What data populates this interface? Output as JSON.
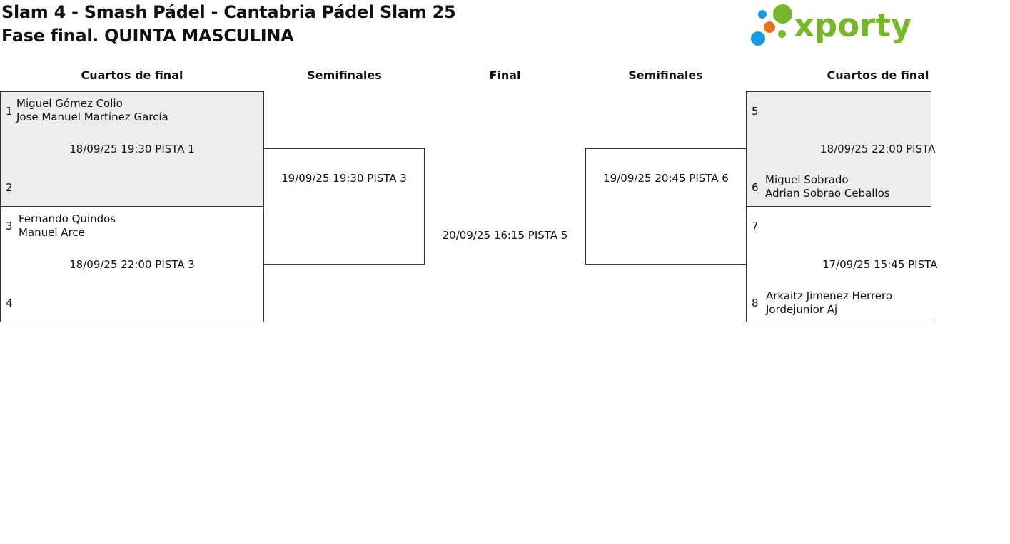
{
  "header": {
    "title_line1": "Slam 4 - Smash Pádel - Cantabria Pádel Slam 25",
    "title_line2": "Fase final. QUINTA MASCULINA",
    "logo_text": "xporty",
    "logo_colors": {
      "green": "#76b82a",
      "blue": "#1a9ae0",
      "orange": "#e8741a"
    }
  },
  "rounds": {
    "qf_left": "Cuartos de final",
    "sf_left": "Semifinales",
    "final": "Final",
    "sf_right": "Semifinales",
    "qf_right": "Cuartos de final"
  },
  "matches": {
    "qf1": {
      "seed_a": "1",
      "a1": "Miguel Gómez Colio",
      "a2": "Jose Manuel Martínez García",
      "info": "18/09/25 19:30 PISTA 1",
      "seed_b": "2"
    },
    "qf2": {
      "seed_a": "3",
      "a1": "Fernando Quindos",
      "a2": "Manuel Arce",
      "info": "18/09/25 22:00 PISTA 3",
      "seed_b": "4"
    },
    "sf1": {
      "info": "19/09/25 19:30 PISTA 3"
    },
    "final": {
      "info": "20/09/25 16:15 PISTA 5"
    },
    "sf2": {
      "info": "19/09/25 20:45 PISTA 6"
    },
    "qf3": {
      "seed_a": "5",
      "info": "18/09/25 22:00 PISTA",
      "seed_b": "6",
      "b1": "Miguel Sobrado",
      "b2": "Adrian Sobrao Ceballos"
    },
    "qf4": {
      "seed_a": "7",
      "info": "17/09/25 15:45 PISTA",
      "seed_b": "8",
      "b1": "Arkaitz Jimenez Herrero",
      "b2": "Jordejunior Aj"
    }
  }
}
